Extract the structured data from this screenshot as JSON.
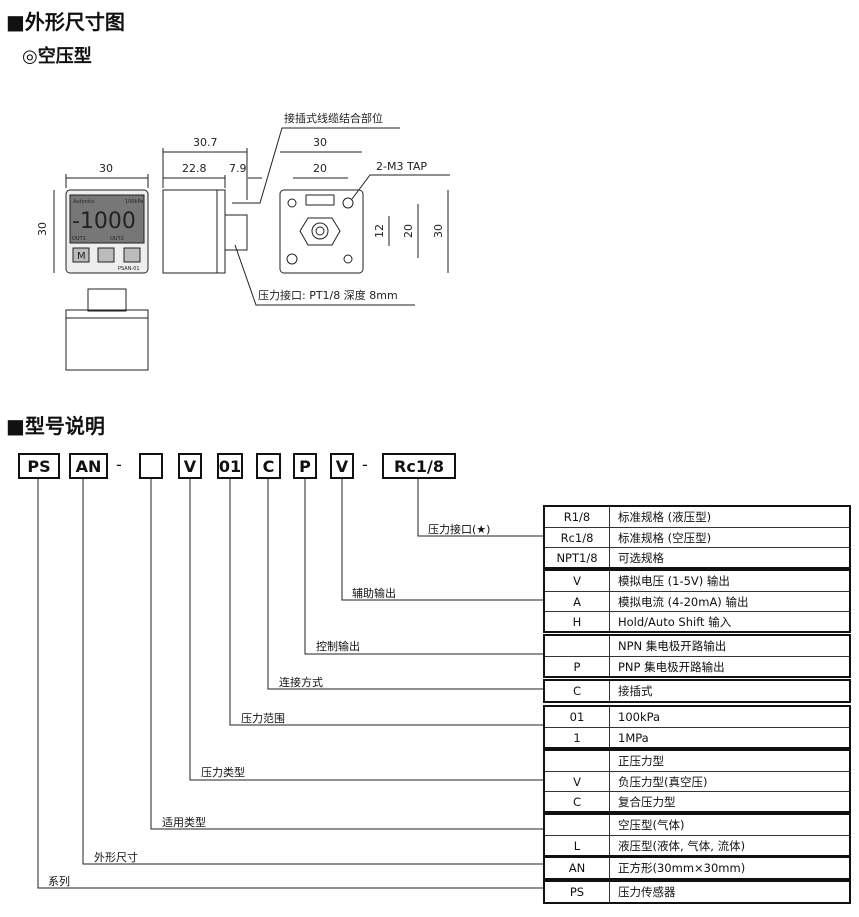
{
  "section1_title": "■外形尺寸图",
  "subsection_title": "◎空压型",
  "drawing": {
    "cable_label": "接插式线缆结合部位",
    "port_label": "压力接口: PT1/8 深度 8mm",
    "tap_label": "2-M3 TAP",
    "front": {
      "width": "30",
      "height": "30",
      "brand": "Autonics",
      "unit": "100kPa",
      "display": "-1000",
      "out1": "OUT1",
      "out2": "OUT2",
      "btn_m": "M",
      "model": "PSAN-01"
    },
    "side": {
      "total": "30.7",
      "body": "22.8",
      "port": "7.9"
    },
    "back": {
      "width": "30",
      "hole_spacing": "20",
      "h12": "12",
      "h20": "20",
      "h30": "30"
    }
  },
  "section2_title": "■型号说明",
  "codes": [
    "PS",
    "AN",
    "",
    "V",
    "01",
    "C",
    "P",
    "V",
    "Rc1/8"
  ],
  "dashes": [
    "-",
    "-"
  ],
  "labels": [
    "压力接口(★)",
    "辅助输出",
    "控制输出",
    "连接方式",
    "压力范围",
    "压力类型",
    "适用类型",
    "外形尺寸",
    "系列"
  ],
  "groups": [
    [
      [
        "R1/8",
        "标准规格 (液压型)"
      ],
      [
        "Rc1/8",
        "标准规格 (空压型)"
      ],
      [
        "NPT1/8",
        "可选规格"
      ]
    ],
    [
      [
        "V",
        "模拟电压 (1-5V) 输出"
      ],
      [
        "A",
        "模拟电流 (4-20mA) 输出"
      ],
      [
        "H",
        "Hold/Auto Shift 输入"
      ]
    ],
    [
      [
        "",
        "NPN 集电极开路输出"
      ],
      [
        "P",
        "PNP 集电极开路输出"
      ]
    ],
    [
      [
        "C",
        "接插式"
      ]
    ],
    [
      [
        "01",
        "100kPa"
      ],
      [
        "1",
        "1MPa"
      ]
    ],
    [
      [
        "",
        "正压力型"
      ],
      [
        "V",
        "负压力型(真空压)"
      ],
      [
        "C",
        "复合压力型"
      ]
    ],
    [
      [
        "",
        "空压型(气体)"
      ],
      [
        "L",
        "液压型(液体, 气体, 流体)"
      ]
    ],
    [
      [
        "AN",
        "正方形(30mm×30mm)"
      ]
    ],
    [
      [
        "PS",
        "压力传感器"
      ]
    ]
  ]
}
